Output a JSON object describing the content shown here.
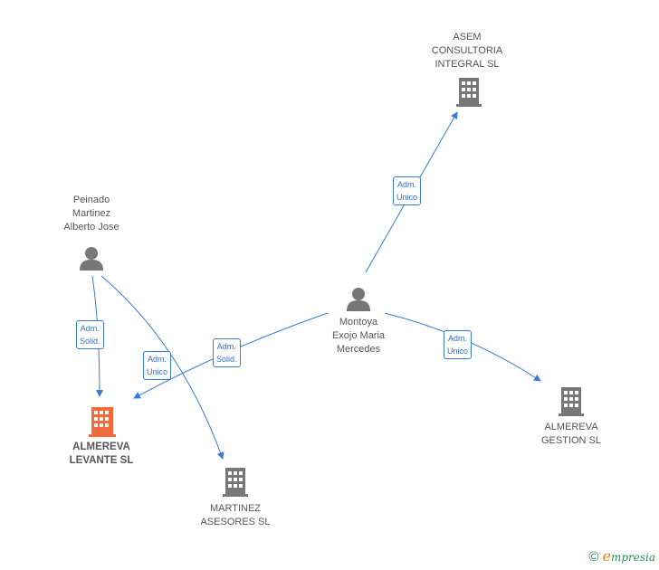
{
  "colors": {
    "edge": "#3a7bd5",
    "person_icon": "#777777",
    "company_icon": "#777777",
    "highlight_company": "#f26b3a"
  },
  "nodes": {
    "asem": {
      "label": "ASEM\nCONSULTORIA\nINTEGRAL  SL",
      "icon": "building-icon"
    },
    "peinado": {
      "label": "Peinado\nMartinez\nAlberto Jose",
      "icon": "person-icon"
    },
    "montoya": {
      "label": "Montoya\nExojo Maria\nMercedes",
      "icon": "person-icon"
    },
    "almereva_levante": {
      "label": "ALMEREVA\nLEVANTE  SL",
      "icon": "building-icon"
    },
    "almereva_gestion": {
      "label": "ALMEREVA\nGESTION  SL",
      "icon": "building-icon"
    },
    "martinez_asesores": {
      "label": "MARTINEZ\nASESORES  SL",
      "icon": "building-icon"
    }
  },
  "edges": {
    "montoya_asem": "Adm.\nUnico",
    "peinado_levante": "Adm.\nSolid.",
    "peinado_martinez": "Adm.\nUnico",
    "montoya_levante": "Adm.\nSolid.",
    "montoya_gestion": "Adm.\nUnico"
  },
  "footer": {
    "copyright": "©",
    "brand_initial": "e",
    "brand_rest": "mpresia"
  }
}
